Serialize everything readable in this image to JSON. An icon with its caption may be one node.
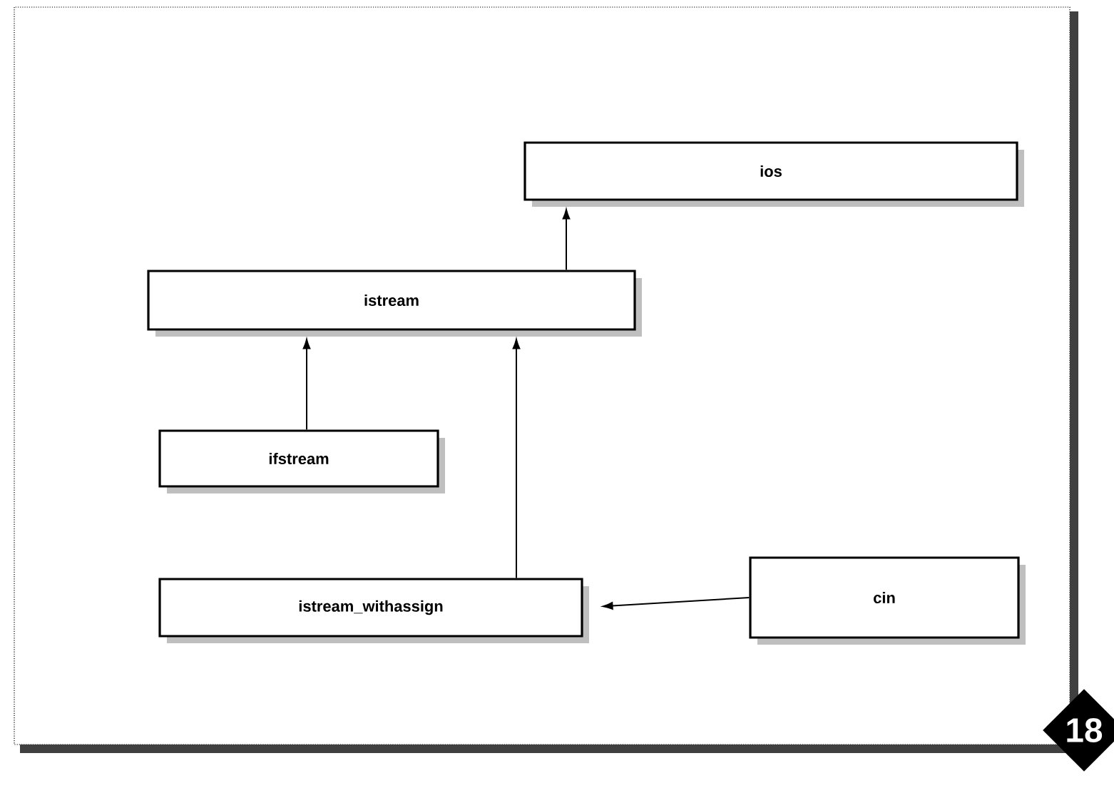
{
  "diagram": {
    "nodes": [
      {
        "text": [
          "ios"
        ]
      },
      {
        "text": [
          "istream"
        ]
      },
      {
        "text": [
          "ifstream"
        ]
      },
      {
        "text": [
          "istream_withassign"
        ]
      },
      {
        "text": [
          "cin"
        ]
      }
    ],
    "edges": [
      {
        "from": 1,
        "to": 0,
        "arrow": "to"
      },
      {
        "from": 2,
        "to": 1,
        "arrow": "to"
      },
      {
        "from": 3,
        "to": 1,
        "arrow": "to"
      },
      {
        "from": 4,
        "to": 3,
        "arrow": "to"
      }
    ],
    "labels": [
      "18"
    ]
  }
}
